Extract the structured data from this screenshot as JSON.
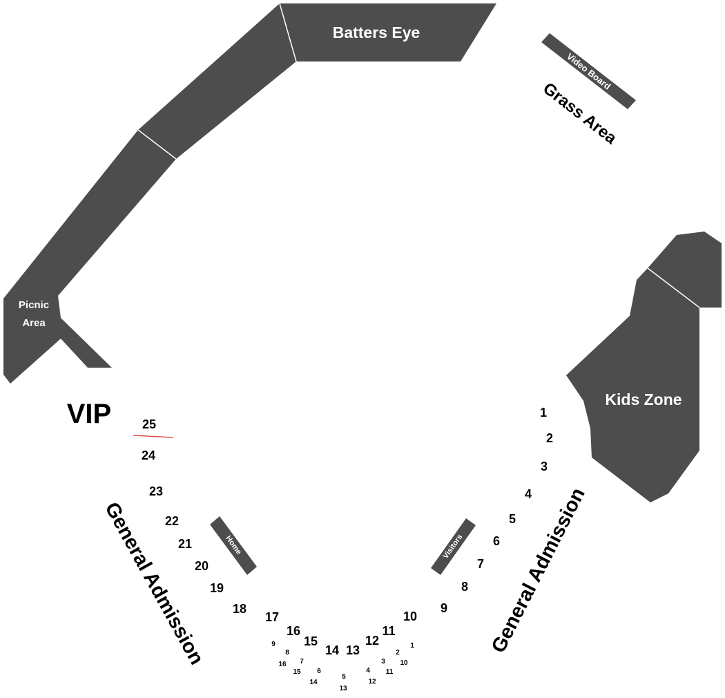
{
  "colors": {
    "area": "#4d4d4d",
    "area_text": "#ffffff",
    "label": "#000000",
    "underline": "#d9322f"
  },
  "areas": {
    "batters_eye": "Batters Eye",
    "video_board": "Video Board",
    "grass_area": "Grass Area",
    "picnic_area_line1": "Picnic",
    "picnic_area_line2": "Area",
    "kids_zone": "Kids Zone",
    "vip": "VIP",
    "general_admission_left": "General Admission",
    "general_admission_right": "General Admission",
    "home_dugout": "Home",
    "visitors_dugout": "Visitors"
  },
  "outer_sections": {
    "s1": "1",
    "s2": "2",
    "s3": "3",
    "s4": "4",
    "s5": "5",
    "s6": "6",
    "s7": "7",
    "s8": "8",
    "s9": "9",
    "s10": "10",
    "s11": "11",
    "s12": "12",
    "s13": "13",
    "s14": "14",
    "s15": "15",
    "s16": "16",
    "s17": "17",
    "s18": "18",
    "s19": "19",
    "s20": "20",
    "s21": "21",
    "s22": "22",
    "s23": "23",
    "s24": "24",
    "s25": "25"
  },
  "box_rows": {
    "b1": "1",
    "b2": "2",
    "b3": "3",
    "b4": "4",
    "b5": "5",
    "b6": "6",
    "b7": "7",
    "b8": "8",
    "b9": "9",
    "b10": "10",
    "b11": "11",
    "b12": "12",
    "b13": "13",
    "b14": "14",
    "b15": "15",
    "b16": "16"
  }
}
